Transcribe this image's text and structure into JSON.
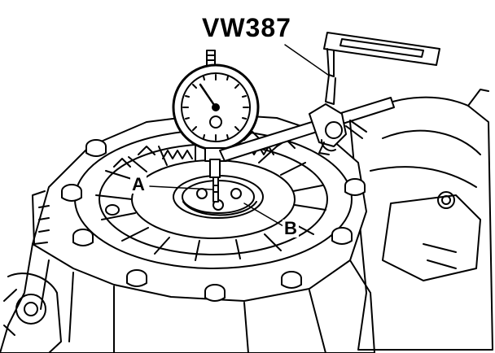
{
  "labels": {
    "tool": "VW387",
    "a": "A",
    "b": "B"
  },
  "colors": {
    "ink": "#000000",
    "paper": "#ffffff"
  }
}
